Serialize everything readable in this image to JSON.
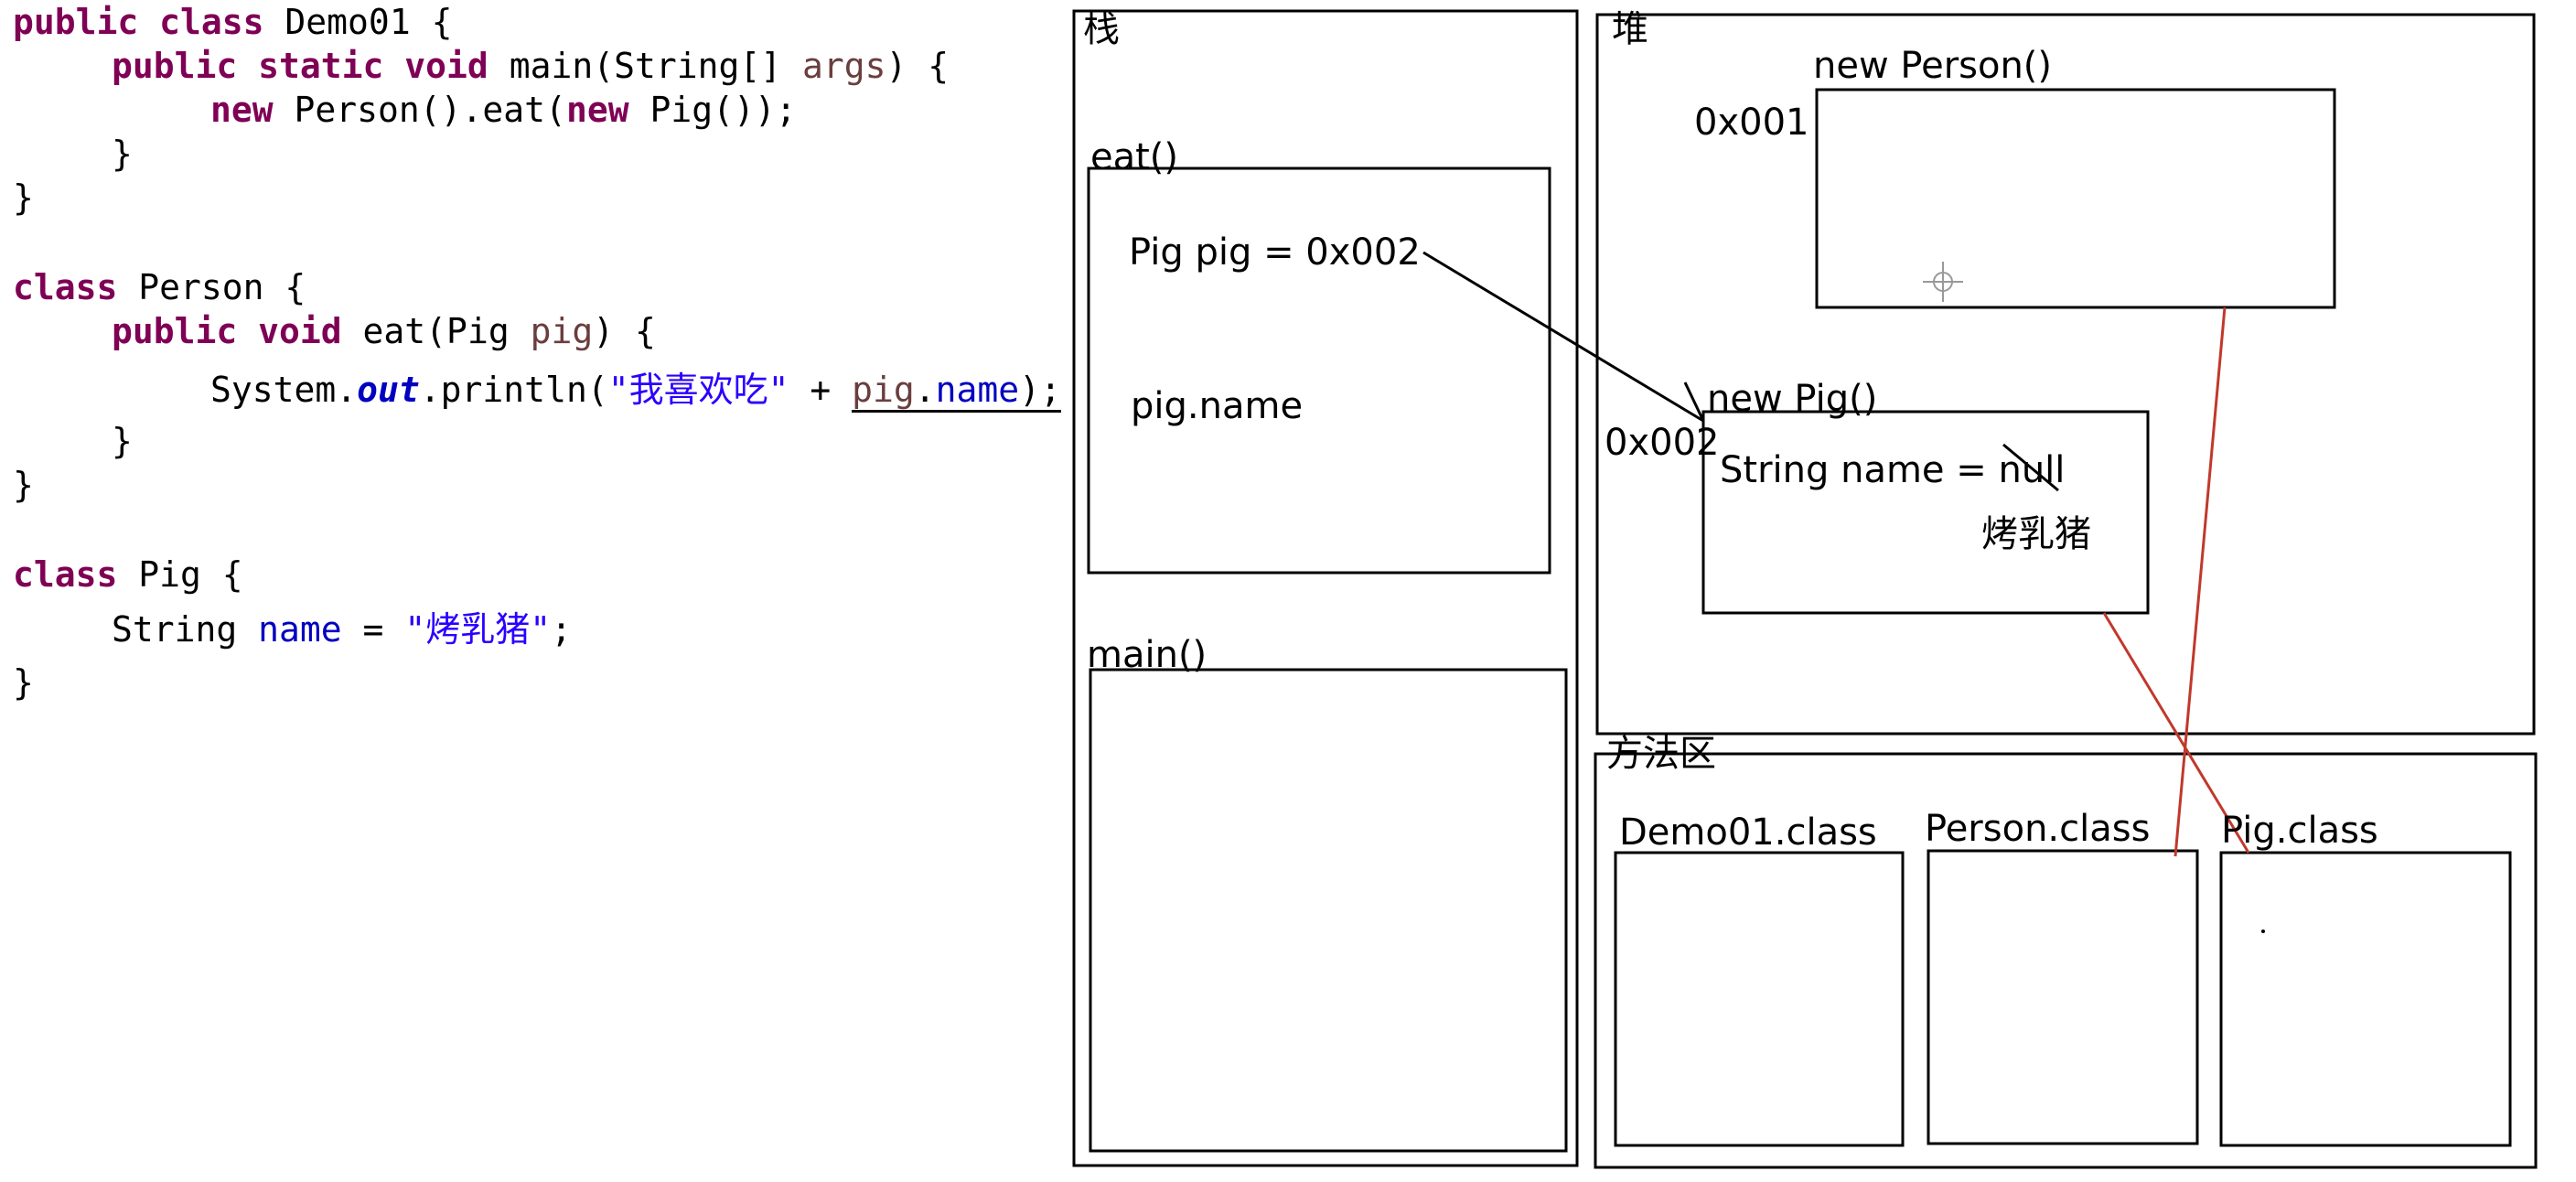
{
  "code": {
    "line1": {
      "kw": "public class",
      "rest": " Demo01 {"
    },
    "line2": {
      "kw": "public static void",
      "rest": " main(String[] ",
      "param": "args",
      "end": ") {"
    },
    "line3": {
      "kw_new1": "new",
      "mid": " Person().eat(",
      "kw_new2": "new",
      "end": " Pig());"
    },
    "line4": "}",
    "line5": "}",
    "line6": {
      "kw": "class",
      "rest": " Person {"
    },
    "line7": {
      "kw": "public void",
      "rest": " eat(Pig ",
      "param": "pig",
      "end": ") {"
    },
    "line8": {
      "sys": "System.",
      "out": "out",
      "println": ".println(",
      "str": "\"我喜欢吃\"",
      "plus": " + ",
      "obj": "pig",
      "dot": ".",
      "field": "name",
      "end": ");"
    },
    "line9": "}",
    "line10": "}",
    "line11": {
      "kw": "class",
      "rest": " Pig {"
    },
    "line12": {
      "type": "String ",
      "field": "name",
      "eq": " = ",
      "str": "\"烤乳猪\"",
      "end": ";"
    },
    "line13": "}"
  },
  "diagram": {
    "stack_title": "栈",
    "heap_title": "堆",
    "method_area_title": "方法区",
    "eat_frame": {
      "label": "eat()",
      "var1": "Pig pig = 0x002",
      "var2": "pig.name"
    },
    "main_frame": {
      "label": "main()"
    },
    "person_obj": {
      "label": "new Person()",
      "addr": "0x001"
    },
    "pig_obj": {
      "label": "new Pig()",
      "addr": "0x002",
      "field": "String name = null",
      "value": "烤乳猪"
    },
    "classes": [
      "Demo01.class",
      "Person.class",
      "Pig.class"
    ],
    "colors": {
      "keyword": "#7f0055",
      "string": "#2a00ff",
      "field": "#0000c0",
      "param": "#6a3e3e",
      "red_line": "#c0392b"
    }
  }
}
